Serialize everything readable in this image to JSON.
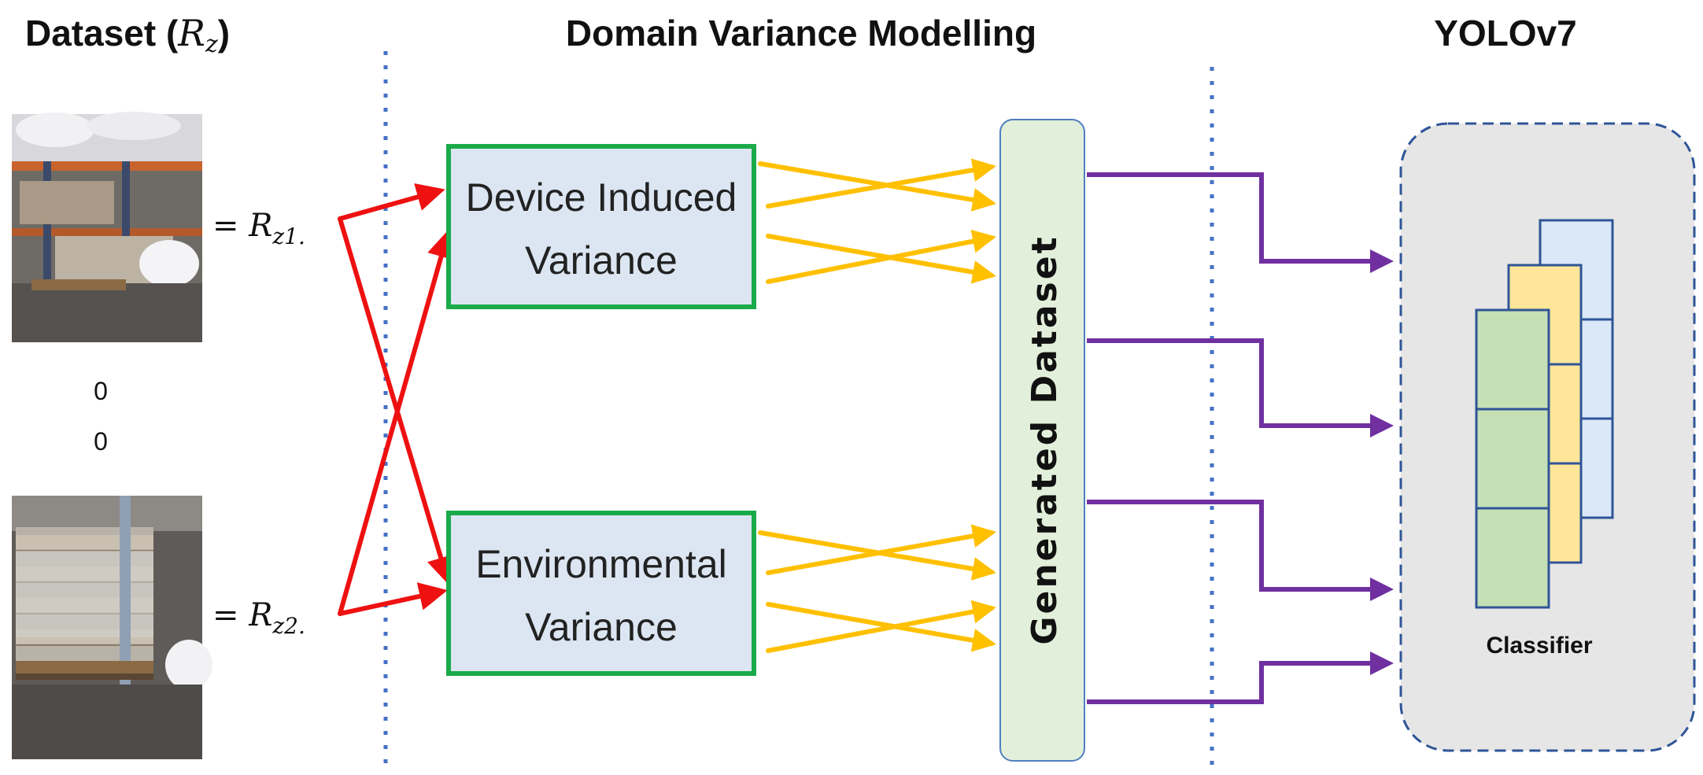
{
  "headers": {
    "dataset": "Dataset (",
    "dataset_symbol": "R",
    "dataset_sub": "z",
    "dataset_close": ")",
    "dvm": "Domain Variance Modelling",
    "yolo": "YOLOv7"
  },
  "dataset_items": [
    {
      "eq": "= R",
      "sub": "z1",
      "trail": "."
    },
    {
      "eq": "= R",
      "sub": "z2",
      "trail": "."
    }
  ],
  "ellipsis": [
    "0",
    "0"
  ],
  "boxes": {
    "device": [
      "Device Induced",
      "Variance"
    ],
    "environment": [
      "Environmental",
      "Variance"
    ]
  },
  "generated": "Generated Dataset",
  "classifier": "Classifier",
  "colors": {
    "dotted_divider": "#4472c4",
    "red_arrow": "#ee1111",
    "yellow_arrow": "#ffc000",
    "purple_arrow": "#7030a0",
    "box_fill": "#dce6f2",
    "box_border": "#1aaa4a",
    "generated_fill": "#e2efda",
    "yolo_fill": "#e6e6e6",
    "yolo_border": "#2f5597",
    "layer_green": "#c5e0b4",
    "layer_yellow": "#ffe699",
    "layer_blue": "#dae8f7"
  },
  "icons": [
    "warehouse-photo-1",
    "warehouse-photo-2"
  ]
}
